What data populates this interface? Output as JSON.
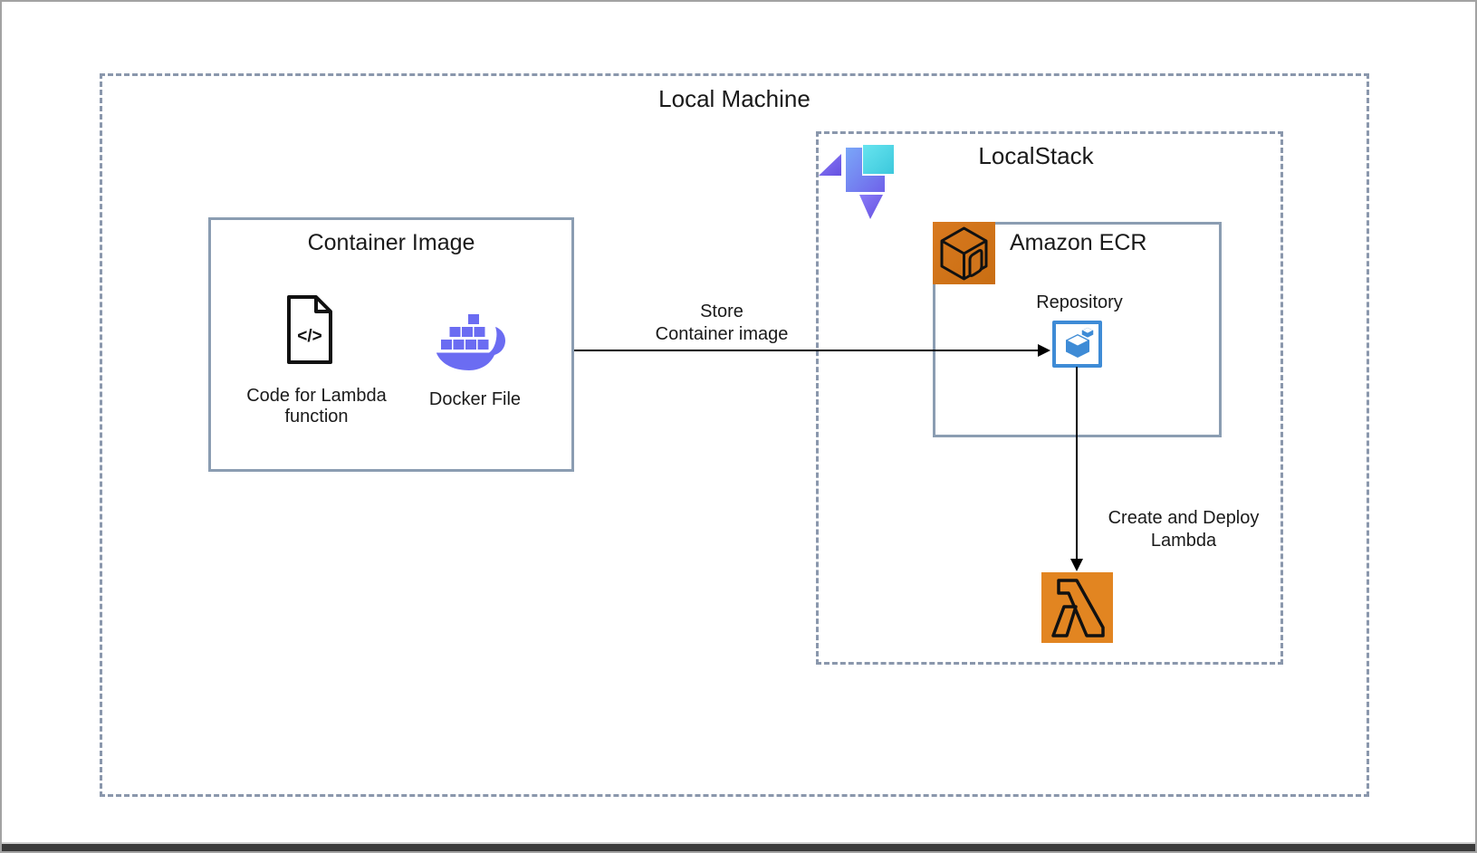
{
  "window": {
    "background": "#ffffff",
    "frame_color": "#a2a2a2",
    "bottom_bar_color": "#3a3a3a"
  },
  "local_machine": {
    "title": "Local Machine"
  },
  "localstack": {
    "title": "LocalStack"
  },
  "container_image": {
    "title": "Container Image",
    "code_item": {
      "icon": "code-file-icon",
      "glyph": "</>",
      "label_line1": "Code for Lambda",
      "label_line2": "function"
    },
    "docker_item": {
      "icon": "docker-icon",
      "label": "Docker File"
    }
  },
  "ecr": {
    "title": "Amazon ECR",
    "repository_label": "Repository"
  },
  "arrows": {
    "store": {
      "line1": "Store",
      "line2": "Container image"
    },
    "deploy": {
      "line1": "Create and Deploy",
      "line2": "Lambda"
    }
  },
  "colors": {
    "dashed_border": "#8a97ac",
    "solid_border": "#8b9db2",
    "docker_purple": "#6b6cf2",
    "ecr_orange": "#d0741b",
    "lambda_orange": "#e28521",
    "repository_blue": "#3e8bd6",
    "localstack_cyan": "#45cede",
    "localstack_blue": "#6f8df6",
    "localstack_purple": "#7361e6",
    "text": "#1a1a1a",
    "arrow": "#000000"
  }
}
